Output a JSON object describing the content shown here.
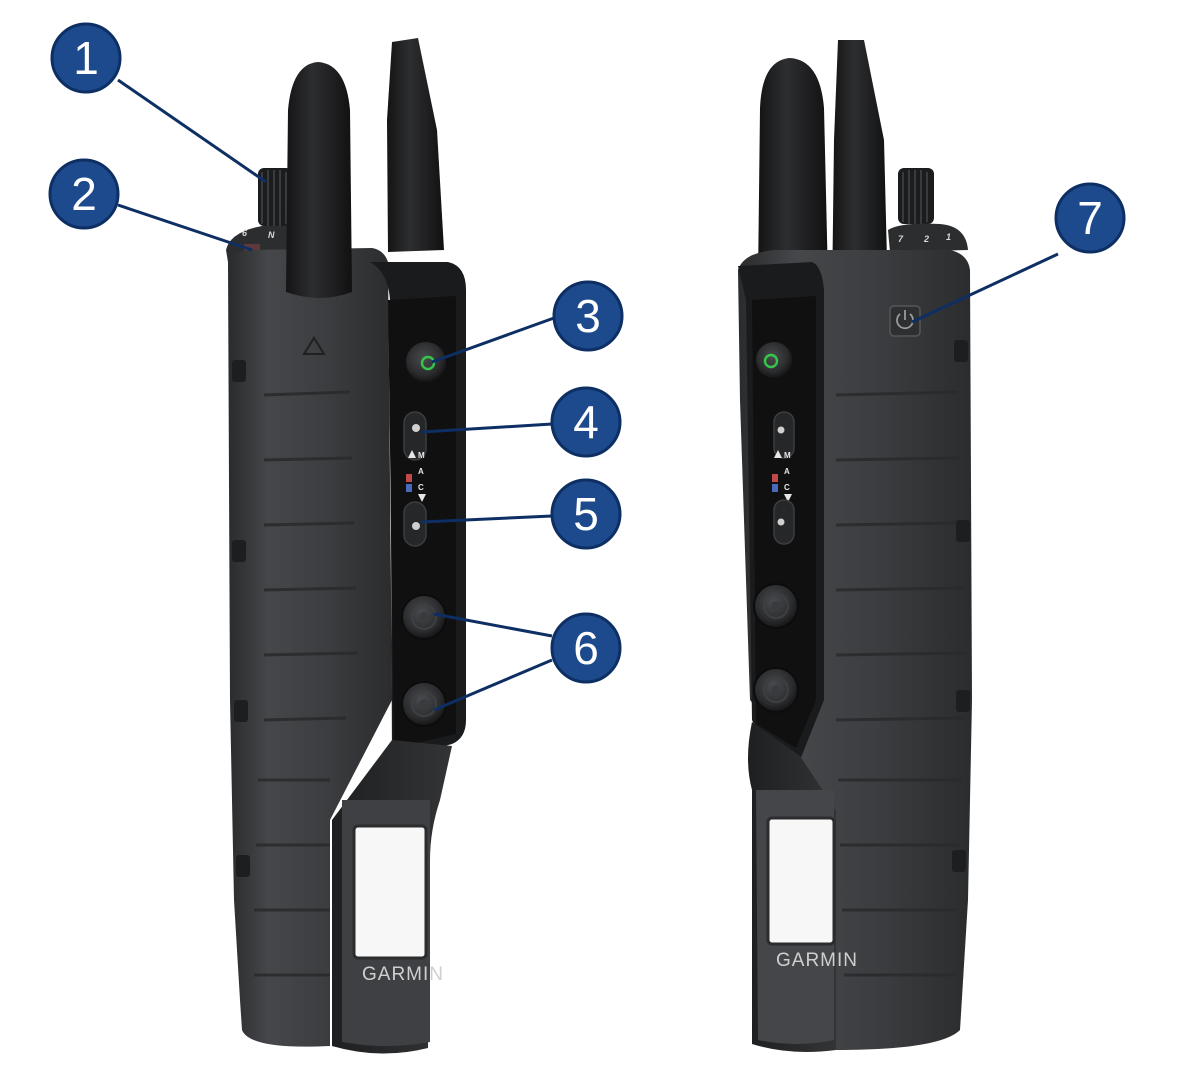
{
  "colors": {
    "callout_fill": "#1c4a8c",
    "callout_stroke": "#0d2f63",
    "leader_line": "#0d2f63",
    "body_main": "#3b3c3e",
    "body_dark": "#232425",
    "body_light": "#515255",
    "panel_black": "#141415",
    "screen": "#f7f7f7",
    "green_led": "#35c64a"
  },
  "devices": [
    {
      "view": "left",
      "brand": "GARMIN",
      "switch_labels": [
        "M",
        "A",
        "C"
      ],
      "dial_labels": [
        "N",
        "6"
      ]
    },
    {
      "view": "right",
      "brand": "GARMIN",
      "switch_labels": [
        "M",
        "A",
        "C"
      ],
      "dial_labels": [
        "7",
        "2",
        "1"
      ]
    }
  ],
  "callouts": [
    {
      "number": "1",
      "part": "dial-knob-left"
    },
    {
      "number": "2",
      "part": "dial-ring-left"
    },
    {
      "number": "3",
      "part": "green-button-left"
    },
    {
      "number": "4",
      "part": "upper-switch-left"
    },
    {
      "number": "5",
      "part": "lower-switch-left"
    },
    {
      "number": "6",
      "part": "round-buttons-left"
    },
    {
      "number": "7",
      "part": "power-button-right"
    }
  ]
}
